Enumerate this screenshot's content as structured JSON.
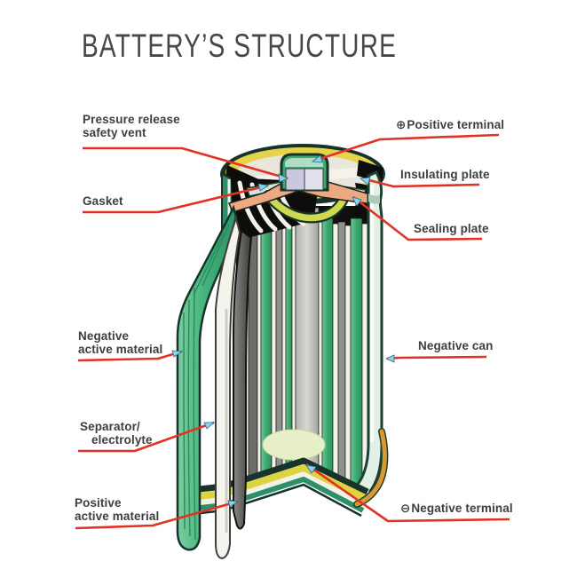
{
  "title": "BATTERY’S STRUCTURE",
  "labels": {
    "pressure_release_safety_vent": {
      "line1": "Pressure release",
      "line2": "safety vent"
    },
    "gasket": {
      "text": "Gasket"
    },
    "positive_terminal": {
      "symbol": "⊕",
      "text": "Positive terminal"
    },
    "insulating_plate": {
      "text": "Insulating plate"
    },
    "sealing_plate": {
      "text": "Sealing plate"
    },
    "negative_active_material": {
      "line1": "Negative",
      "line2": "active material"
    },
    "separator_electrolyte": {
      "line1": "Separator/",
      "line2": "electrolyte"
    },
    "positive_active_material": {
      "line1": "Positive",
      "line2": "active material"
    },
    "negative_can": {
      "text": "Negative can"
    },
    "negative_terminal": {
      "symbol": "⊖",
      "text": "Negative terminal"
    }
  },
  "colors": {
    "background": "#ffffff",
    "title_text": "#474747",
    "label_text": "#3e3e3e",
    "leader_line_red": "#e23227",
    "arrowhead_blue": "#8fd0ec",
    "can_green": "#3fae74",
    "rim_yellow": "#e7d34b",
    "sealing_plate_salmon": "#ecaa82",
    "gasket_chartreuse": "#cdd94f",
    "insulating_plate_teal": "#cfe6da",
    "terminal_lavender": "#c9c8e0",
    "bottom_edge_orange": "#d9992f",
    "outline_dark_green": "#17342a"
  }
}
